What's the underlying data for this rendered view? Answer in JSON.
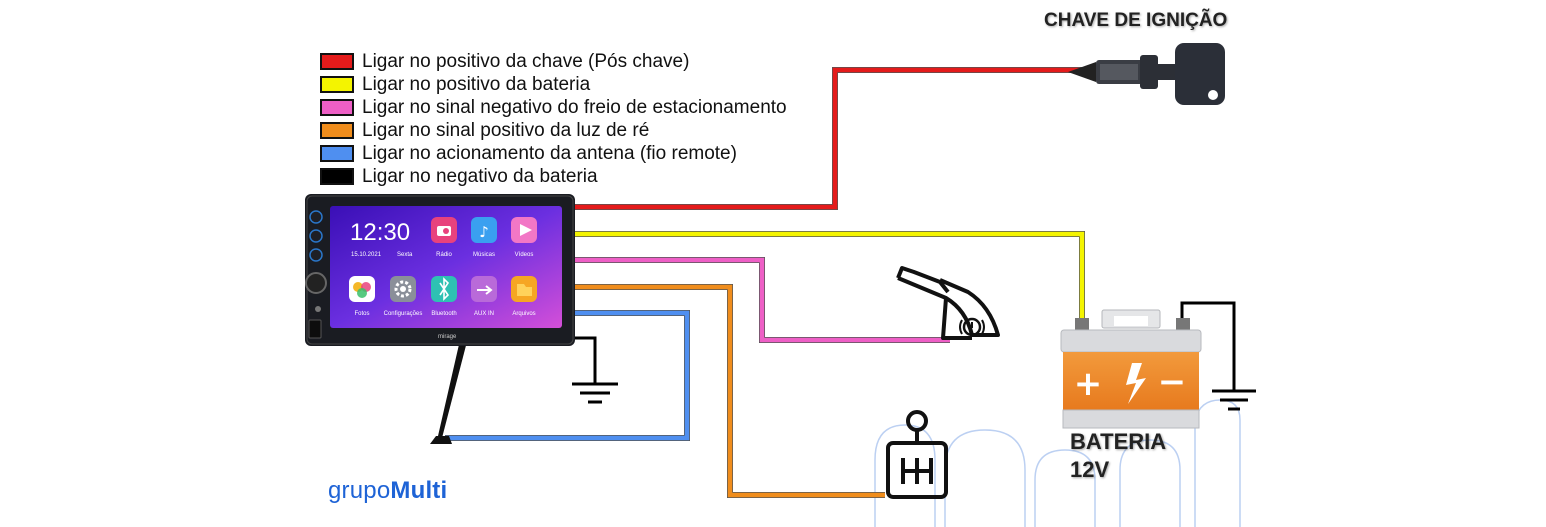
{
  "legend": {
    "items": [
      {
        "label": "Ligar no positivo da chave (Pós chave)",
        "color": "#e41b1b"
      },
      {
        "label": "Ligar no positivo da bateria",
        "color": "#f4f400"
      },
      {
        "label": "Ligar no sinal negativo do freio de estacionamento",
        "color": "#ee5fc6"
      },
      {
        "label": "Ligar no sinal positivo da luz de ré",
        "color": "#f08d1c"
      },
      {
        "label": "Ligar no acionamento da antena (fio remote)",
        "color": "#4f8ff0"
      },
      {
        "label": "Ligar no negativo da bateria",
        "color": "#000000"
      }
    ]
  },
  "ignition": {
    "title": "CHAVE DE IGNIÇÃO"
  },
  "battery": {
    "line1": "BATERIA",
    "line2": "12V",
    "plus": "+",
    "minus": "−"
  },
  "brand": {
    "prefix": "grupo",
    "suffix": "Multi"
  },
  "radio": {
    "time": "12:30",
    "date": "15.10.2021",
    "weekday": "Sexta",
    "logo": "mirage",
    "apps_top": [
      "Rádio",
      "Músicas",
      "Vídeos"
    ],
    "apps_bottom": [
      "Fotos",
      "Configurações",
      "Bluetooth",
      "AUX IN",
      "Arquivos"
    ]
  },
  "icons": {
    "ignition": "ignition-key-icon",
    "battery": "car-battery-icon",
    "handbrake": "parking-brake-icon",
    "gearshift": "reverse-gear-icon",
    "antenna": "antenna-icon",
    "ground": "ground-symbol-icon"
  }
}
